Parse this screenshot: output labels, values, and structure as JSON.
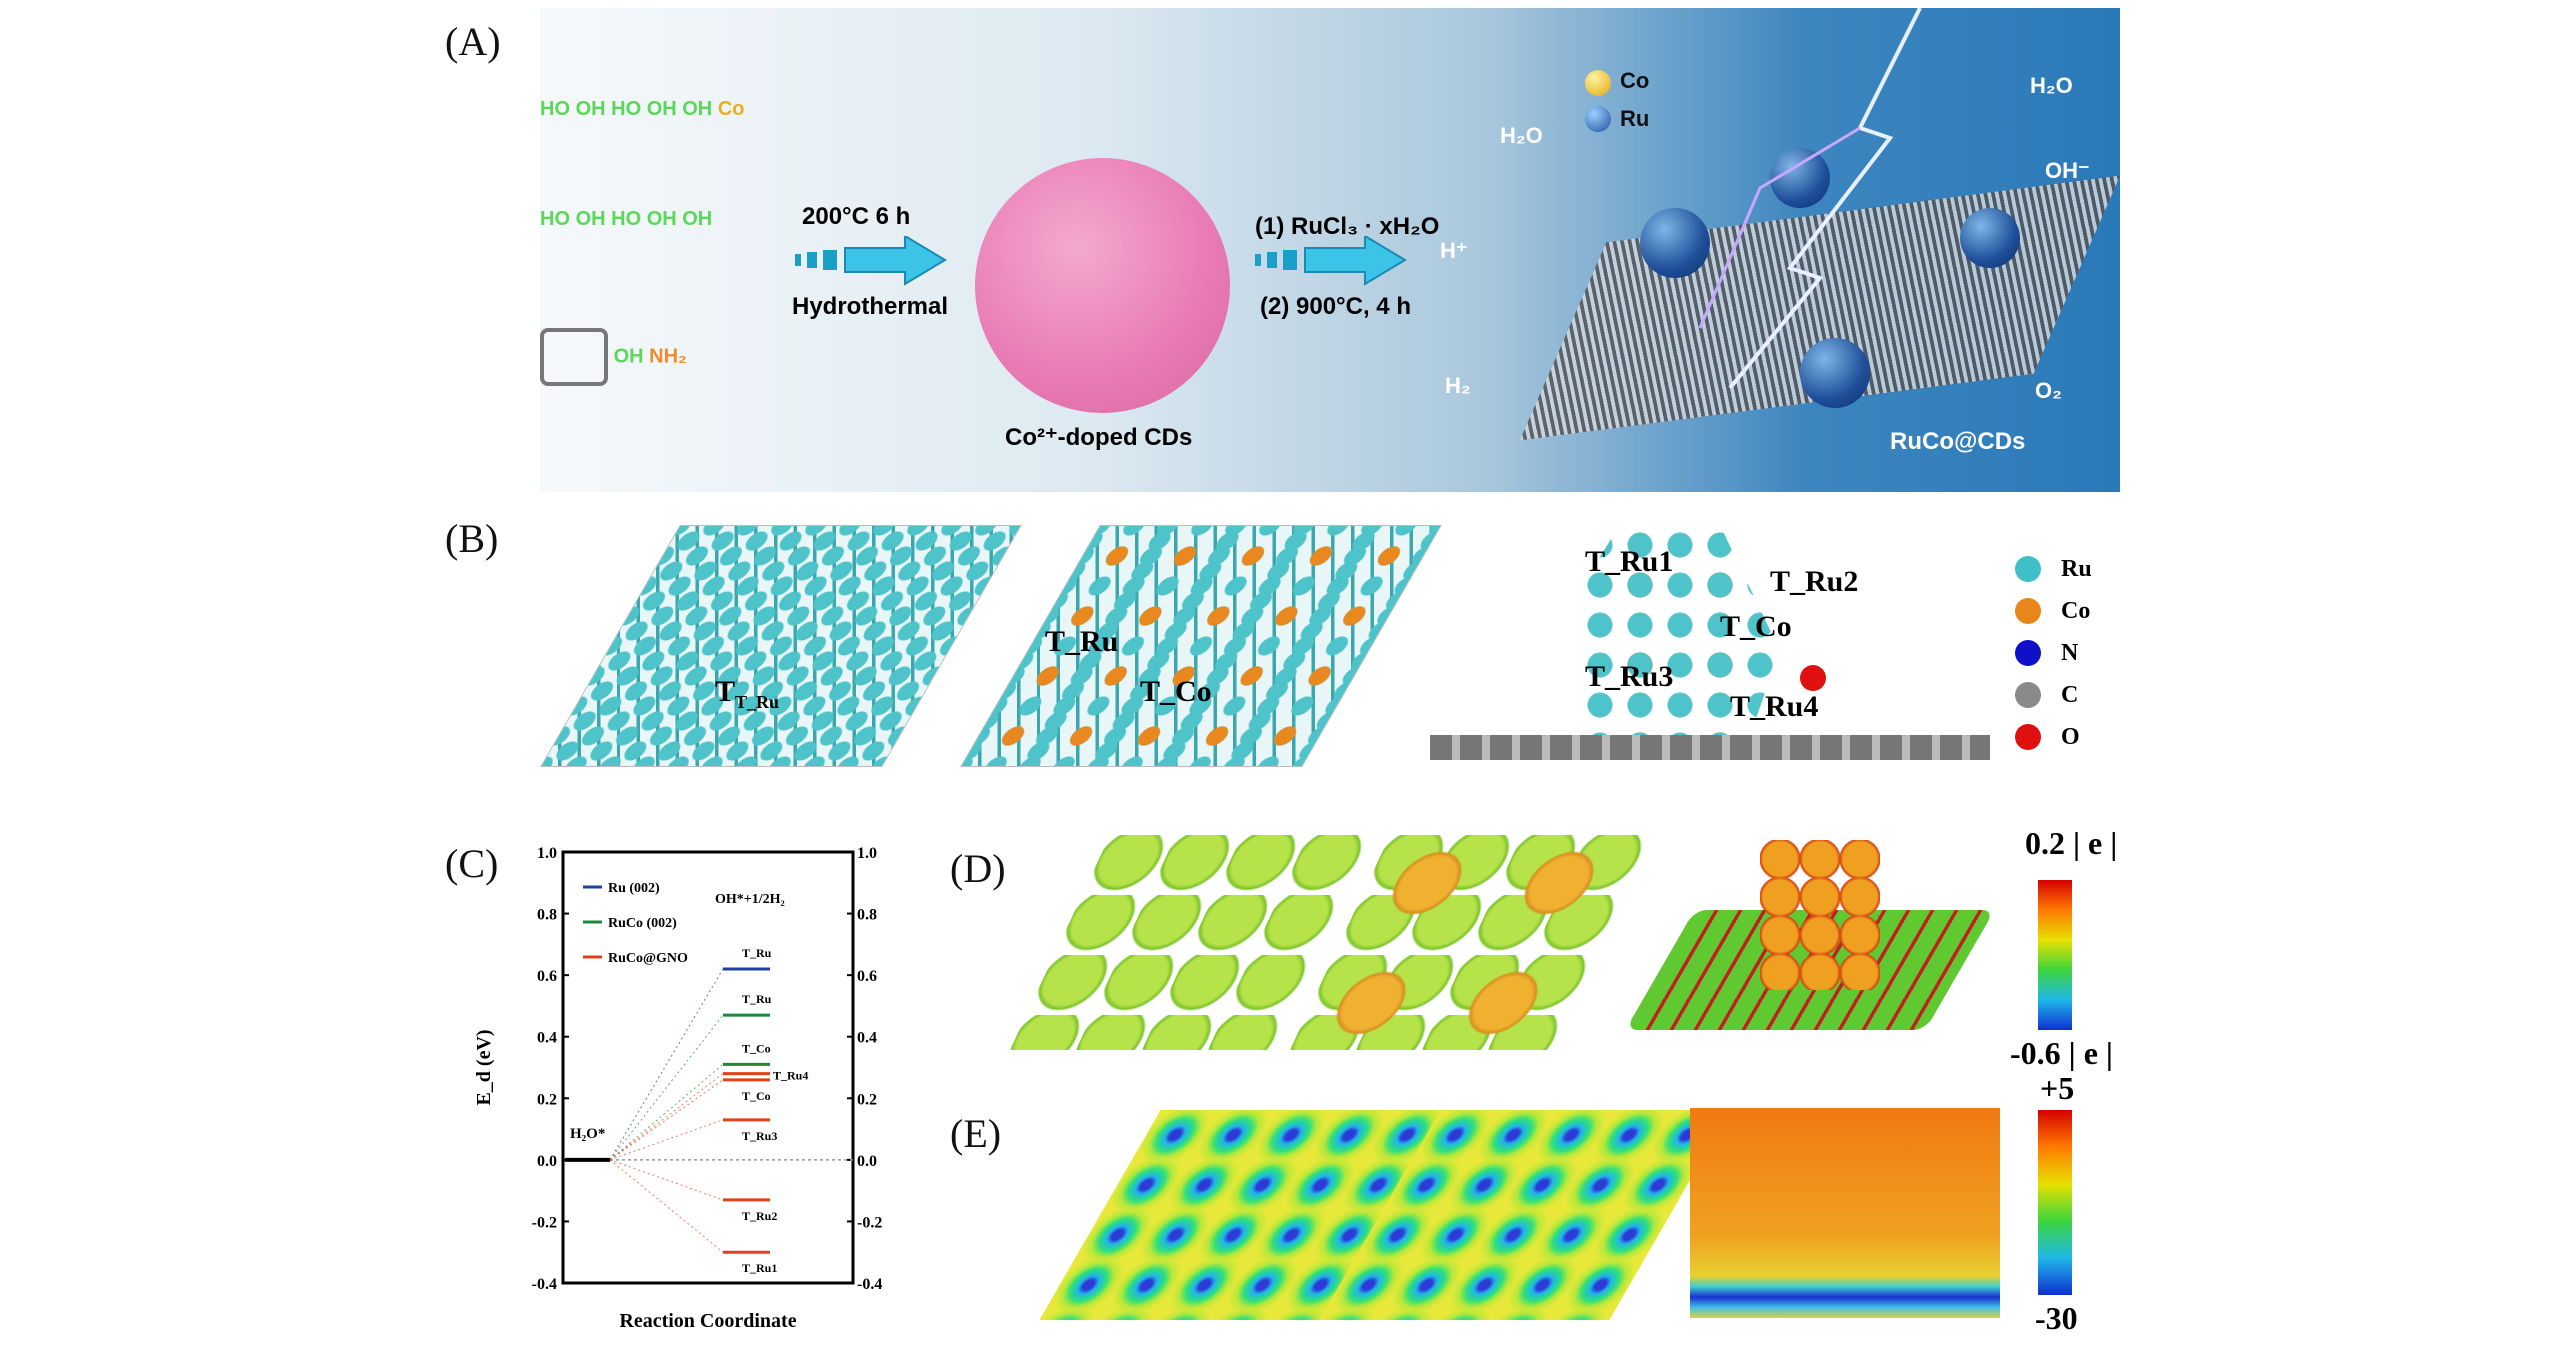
{
  "panels": {
    "a": "(A)",
    "b": "(B)",
    "c": "(C)",
    "d": "(D)",
    "e": "(E)"
  },
  "panel_a": {
    "step1_top": "200°C  6 h",
    "step1_bottom": "Hydrothermal",
    "intermediate": "Co²⁺-doped CDs",
    "step2_top": "(1) RuCl₃ · xH₂O",
    "step2_bottom": "(2) 900°C, 4 h",
    "product": "RuCo@CDs",
    "legend_co": "Co",
    "legend_ru": "Ru",
    "species": [
      "H₂O",
      "H⁺",
      "H₂",
      "H₂O",
      "OH⁻",
      "O₂"
    ],
    "molecule_labels": [
      "HO",
      "OH",
      "HO",
      "OH",
      "OH",
      "Co",
      "HO",
      "OH",
      "HO",
      "OH",
      "OH",
      "OH",
      "NH₂"
    ]
  },
  "panel_b": {
    "sites": [
      "T_Ru",
      "T_Ru",
      "T_Co",
      "T_Ru1",
      "T_Ru2",
      "T_Co",
      "T_Ru3",
      "T_Ru4"
    ],
    "legend": [
      {
        "label": "Ru",
        "color": "#3fbfc6"
      },
      {
        "label": "Co",
        "color": "#e8861c"
      },
      {
        "label": "N",
        "color": "#1010c8"
      },
      {
        "label": "C",
        "color": "#8a8a8a"
      },
      {
        "label": "O",
        "color": "#e01010"
      }
    ]
  },
  "chart_data": {
    "type": "energy-level diagram",
    "xlabel": "Reaction Coordinate",
    "ylabel": "E_d (eV)",
    "ylim": [
      -0.4,
      1.0
    ],
    "yticks": [
      "1.0",
      "0.8",
      "0.6",
      "0.4",
      "0.2",
      "0.0",
      "-0.2",
      "-0.4"
    ],
    "ytick_values": [
      1.0,
      0.8,
      0.6,
      0.4,
      0.2,
      0.0,
      -0.2,
      -0.4
    ],
    "initial_state": {
      "label": "H₂O*",
      "value": 0.0
    },
    "final_state_label": "OH*+1/2H₂",
    "legend": [
      {
        "name": "Ru (002)",
        "color": "#1f3fa8"
      },
      {
        "name": "RuCo (002)",
        "color": "#1a8a3a"
      },
      {
        "name": "RuCo@GNO",
        "color": "#e0401a"
      }
    ],
    "levels": [
      {
        "series": "Ru (002)",
        "site": "T_Ru",
        "value": 0.62
      },
      {
        "series": "RuCo (002)",
        "site": "T_Ru",
        "value": 0.47
      },
      {
        "series": "RuCo (002)",
        "site": "T_Co",
        "value": 0.31
      },
      {
        "series": "RuCo@GNO",
        "site": "T_Ru4",
        "value": 0.28
      },
      {
        "series": "RuCo@GNO",
        "site": "T_Co",
        "value": 0.26
      },
      {
        "series": "RuCo@GNO",
        "site": "T_Ru3",
        "value": 0.13
      },
      {
        "series": "RuCo@GNO",
        "site": "T_Ru2",
        "value": -0.13
      },
      {
        "series": "RuCo@GNO",
        "site": "T_Ru1",
        "value": -0.3
      }
    ]
  },
  "panel_d": {
    "cbar_max": "0.2 | e |",
    "cbar_min": "-0.6 | e |"
  },
  "panel_e": {
    "cbar_max": "+5",
    "cbar_min": "-30"
  }
}
